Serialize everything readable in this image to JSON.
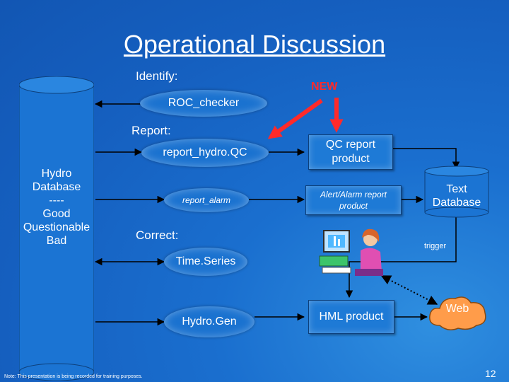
{
  "title": "Operational Discussion",
  "labels": {
    "identify": "Identify:",
    "report": "Report:",
    "correct": "Correct:",
    "new": "NEW",
    "trigger": "trigger"
  },
  "hydro_db": {
    "lines": [
      "Hydro",
      "Database",
      "----",
      "Good",
      "Questionable",
      "Bad"
    ]
  },
  "text_db": {
    "lines": [
      "Text",
      "Database"
    ]
  },
  "ellipses": {
    "roc_checker": "ROC_checker",
    "report_hydro_qc": "report_hydro.QC",
    "report_alarm": "report_alarm",
    "time_series": "Time.Series",
    "hydro_gen": "Hydro.Gen"
  },
  "boxes": {
    "qc_report": [
      "QC report",
      "product"
    ],
    "alert_alarm": [
      "Alert/Alarm report",
      "product"
    ],
    "hml_product": "HML product"
  },
  "web": "Web",
  "note": "Note: This presentation is being recorded for training purposes.",
  "page_number": "12",
  "colors": {
    "background": "#1a6fcf",
    "accent_red": "#ff2a2a",
    "text": "#ffffff"
  }
}
